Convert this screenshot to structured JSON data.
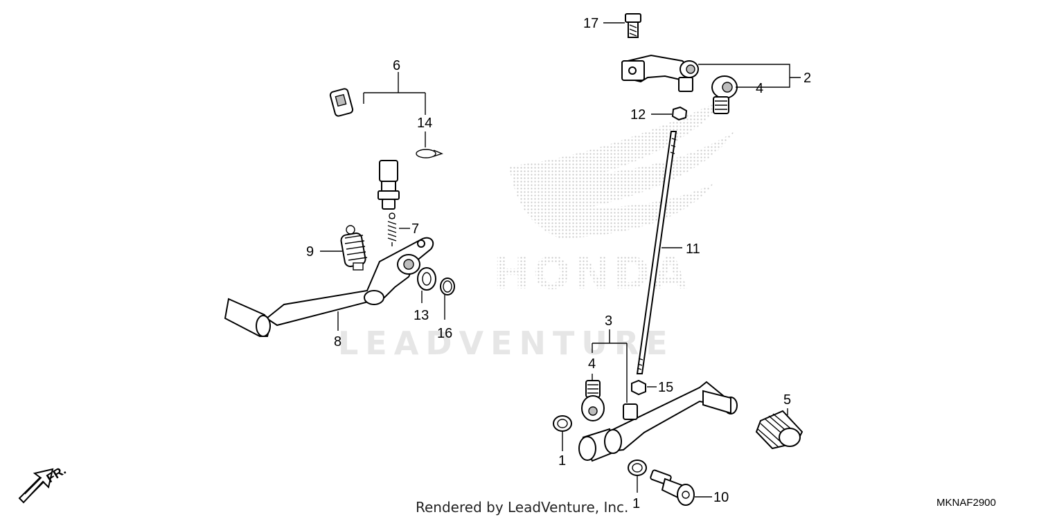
{
  "diagram": {
    "callouts": {
      "c1a": "1",
      "c1b": "1",
      "c2": "2",
      "c3": "3",
      "c4a": "4",
      "c4b": "4",
      "c5": "5",
      "c6": "6",
      "c7": "7",
      "c8": "8",
      "c9": "9",
      "c10": "10",
      "c11": "11",
      "c12": "12",
      "c13": "13",
      "c14": "14",
      "c15": "15",
      "c16": "16",
      "c17": "17"
    },
    "front_label": "FR.",
    "footer": "Rendered by LeadVenture, Inc.",
    "code": "MKNAF2900"
  },
  "watermark": {
    "brand": "HONDA",
    "company": "LEADVENTURE"
  },
  "colors": {
    "watermark_dots": "#c8c8c8",
    "watermark_text": "#e6e6e6",
    "ink": "#000000"
  }
}
